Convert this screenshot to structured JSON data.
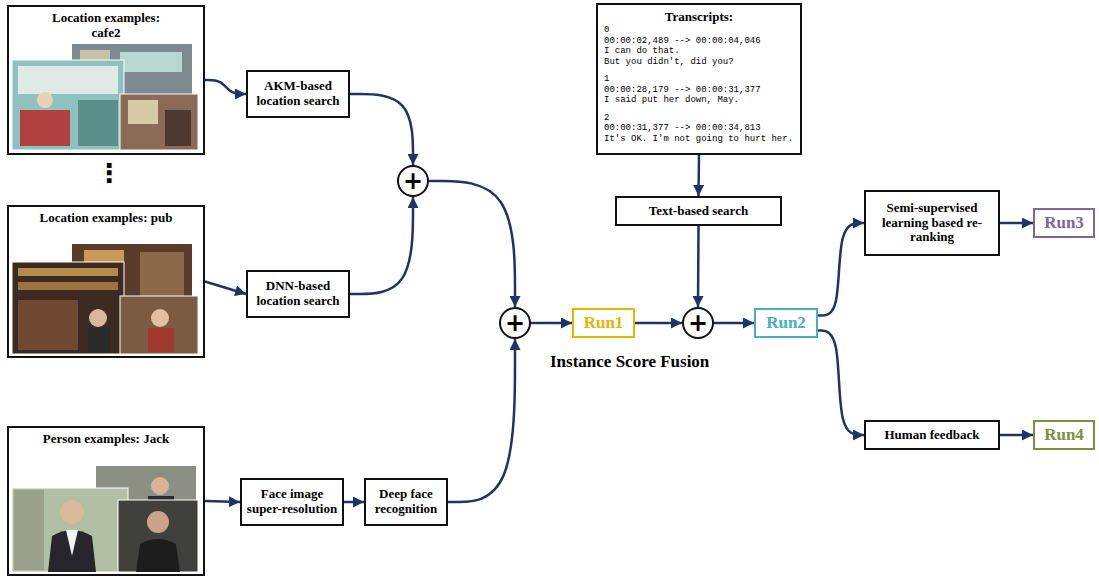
{
  "diagram": {
    "nodes": [
      {
        "text": [
          "Location examples: cafe2"
        ]
      },
      {
        "text": [
          "Location examples: pub"
        ]
      },
      {
        "text": [
          "Person examples: Jack"
        ]
      },
      {
        "text": [
          "AKM-based location search"
        ]
      },
      {
        "text": [
          "DNN-based location search"
        ]
      },
      {
        "text": [
          "+"
        ]
      },
      {
        "text": [
          "Face image super-resolution"
        ]
      },
      {
        "text": [
          "Deep face recognition"
        ]
      },
      {
        "text": [
          "+"
        ]
      },
      {
        "text": [
          "Run1"
        ]
      },
      {
        "text": [
          "Transcripts:",
          "0",
          "00:00:02,489 --> 00:00:04,046",
          "I can do that.",
          "But you didn't, did you?",
          "1",
          "00:00:28,179 --> 00:00:31,377",
          "I said put her down, May.",
          "2",
          "00:00:31,377 --> 00:00:34,813",
          "It's OK. I'm not going to hurt her."
        ]
      },
      {
        "text": [
          "Text-based search"
        ]
      },
      {
        "text": [
          "+"
        ]
      },
      {
        "text": [
          "Run2"
        ]
      },
      {
        "text": [
          "Semi-supervised learning based re-ranking"
        ]
      },
      {
        "text": [
          "Human feedback"
        ]
      },
      {
        "text": [
          "Run3"
        ]
      },
      {
        "text": [
          "Run4"
        ]
      }
    ],
    "edges": [
      {
        "from": 0,
        "to": 3,
        "arrow": "to"
      },
      {
        "from": 1,
        "to": 4,
        "arrow": "to"
      },
      {
        "from": 3,
        "to": 5,
        "arrow": "to"
      },
      {
        "from": 4,
        "to": 5,
        "arrow": "to"
      },
      {
        "from": 5,
        "to": 8,
        "arrow": "to"
      },
      {
        "from": 2,
        "to": 6,
        "arrow": "to"
      },
      {
        "from": 6,
        "to": 7,
        "arrow": "to"
      },
      {
        "from": 7,
        "to": 8,
        "arrow": "to"
      },
      {
        "from": 8,
        "to": 9,
        "arrow": "to"
      },
      {
        "from": 9,
        "to": 12,
        "arrow": "to"
      },
      {
        "from": 10,
        "to": 11,
        "arrow": "to"
      },
      {
        "from": 11,
        "to": 12,
        "arrow": "to"
      },
      {
        "from": 12,
        "to": 13,
        "arrow": "to"
      },
      {
        "from": 13,
        "to": 14,
        "arrow": "to"
      },
      {
        "from": 13,
        "to": 15,
        "arrow": "to"
      },
      {
        "from": 14,
        "to": 16,
        "arrow": "to"
      },
      {
        "from": 15,
        "to": 17,
        "arrow": "to"
      }
    ],
    "labels": [
      "⋮",
      "Instance Score Fusion"
    ]
  }
}
